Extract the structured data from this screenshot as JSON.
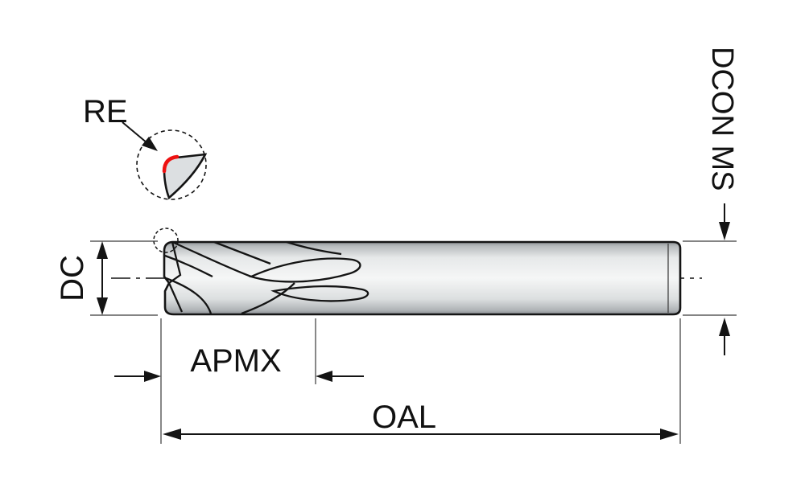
{
  "diagram": {
    "type": "technical-drawing",
    "subject": "end-mill-dimension-diagram",
    "labels": {
      "re": "RE",
      "dc": "DC",
      "apmx": "APMX",
      "oal": "OAL",
      "dcon_ms": "DCON MS"
    },
    "colors": {
      "line": "#141414",
      "accent_red": "#ee1111",
      "background": "#ffffff",
      "metal_light": "#f5f6f6",
      "metal_dark": "#878c90"
    }
  }
}
